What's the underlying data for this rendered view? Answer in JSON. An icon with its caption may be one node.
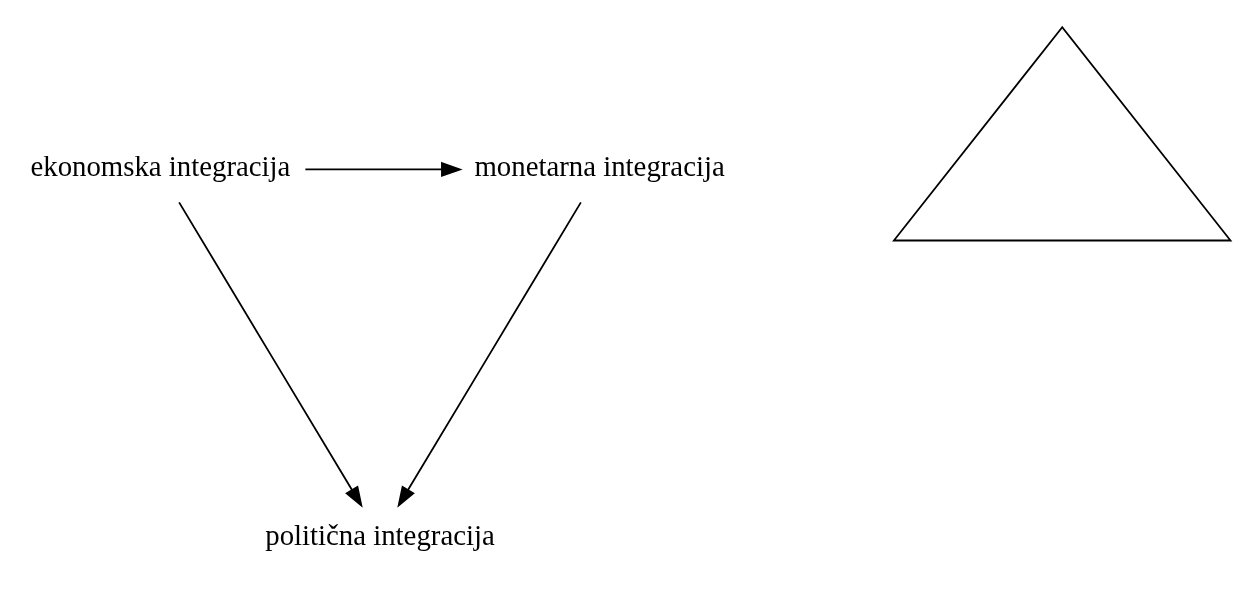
{
  "diagram": {
    "nodes": [
      {
        "text": [
          "politična integracija"
        ]
      },
      {
        "text": [
          "ekonomska integracija"
        ]
      },
      {
        "text": [
          "monetarna integracija"
        ]
      },
      {
        "text": [],
        "shape": "triangle"
      }
    ],
    "edges": [
      {
        "from": 1,
        "to": 0,
        "arrow": "to"
      },
      {
        "from": 2,
        "to": 0,
        "arrow": "to"
      },
      {
        "from": 1,
        "to": 2,
        "arrow": "to"
      }
    ]
  }
}
